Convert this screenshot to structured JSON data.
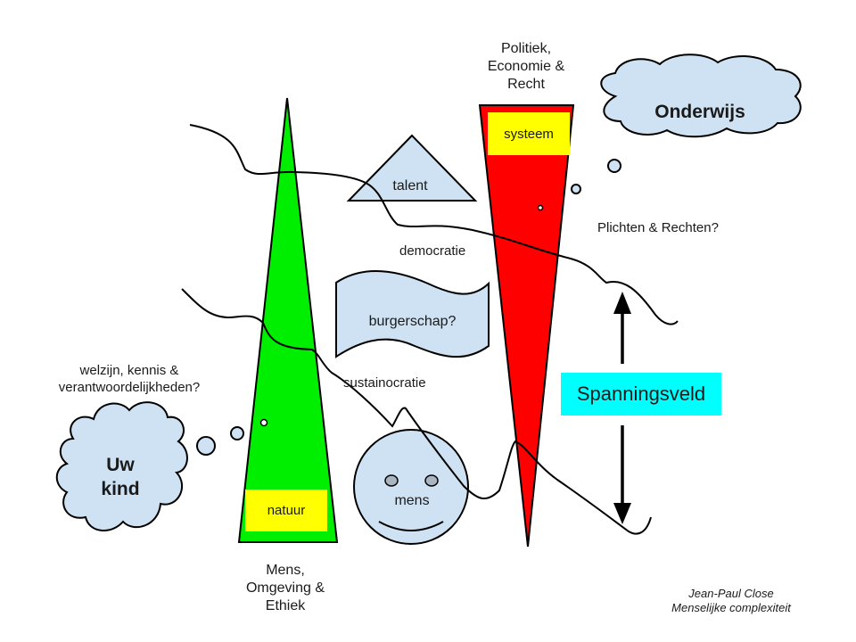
{
  "colors": {
    "green_triangle": "#00ee00",
    "red_triangle": "#ff0000",
    "yellow_label": "#ffff00",
    "cyan_label": "#00ffff",
    "light_blue_shape": "#cfe2f3",
    "outline": "#000000"
  },
  "left_pillar": {
    "inner_label": "natuur",
    "caption_lines": [
      "Mens,",
      "Omgeving &",
      "Ethiek"
    ]
  },
  "right_pillar": {
    "inner_label": "systeem",
    "caption_lines": [
      "Politiek,",
      "Economie &",
      "Recht"
    ]
  },
  "shapes": {
    "triangle_label": "talent",
    "wave_label": "burgerschap?",
    "face_label": "mens"
  },
  "clouds": {
    "top_right": {
      "label": "Onderwijs"
    },
    "bottom_left": {
      "label_lines": [
        "Uw",
        "kind"
      ]
    }
  },
  "texts": {
    "democratie": "democratie",
    "sustainocratie": "sustainocratie",
    "plichten": "Plichten & Rechten?",
    "welzijn_lines": [
      "welzijn, kennis &",
      "verantwoordelijkheden?"
    ],
    "spanningsveld": "Spanningsveld"
  },
  "credits": {
    "author": "Jean-Paul Close",
    "subtitle": "Menselijke complexiteit"
  }
}
